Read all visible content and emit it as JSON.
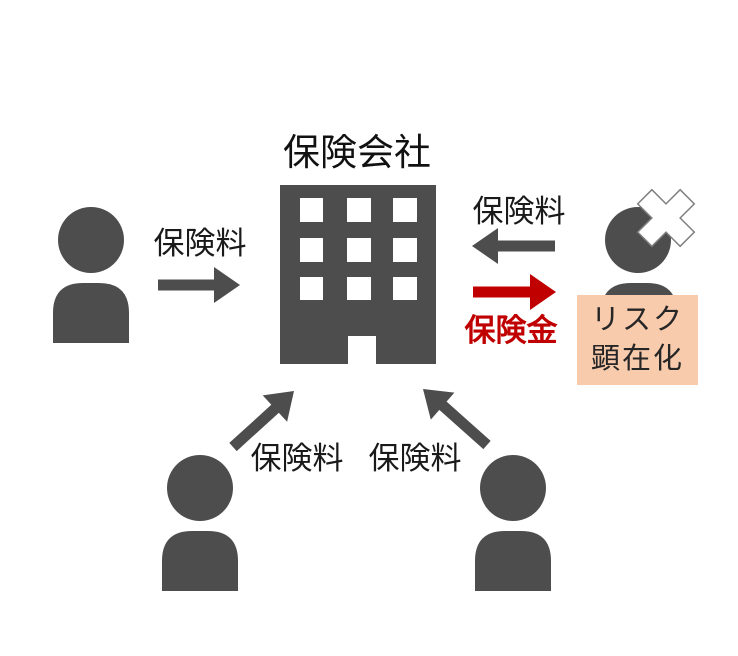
{
  "diagram": {
    "company": {
      "title": "保険会社"
    },
    "labels": {
      "premium_left": "保険料",
      "premium_right": "保険料",
      "premium_bottom_left": "保険料",
      "premium_bottom_right": "保険料",
      "payout": "保険金"
    },
    "risk_box": {
      "line1": "リスク",
      "line2": "顕在化"
    },
    "colors": {
      "icon_gray": "#4d4d4d",
      "payout_red": "#c00000",
      "risk_box_bg": "#f8cbad",
      "text": "#1a1a1a"
    }
  }
}
